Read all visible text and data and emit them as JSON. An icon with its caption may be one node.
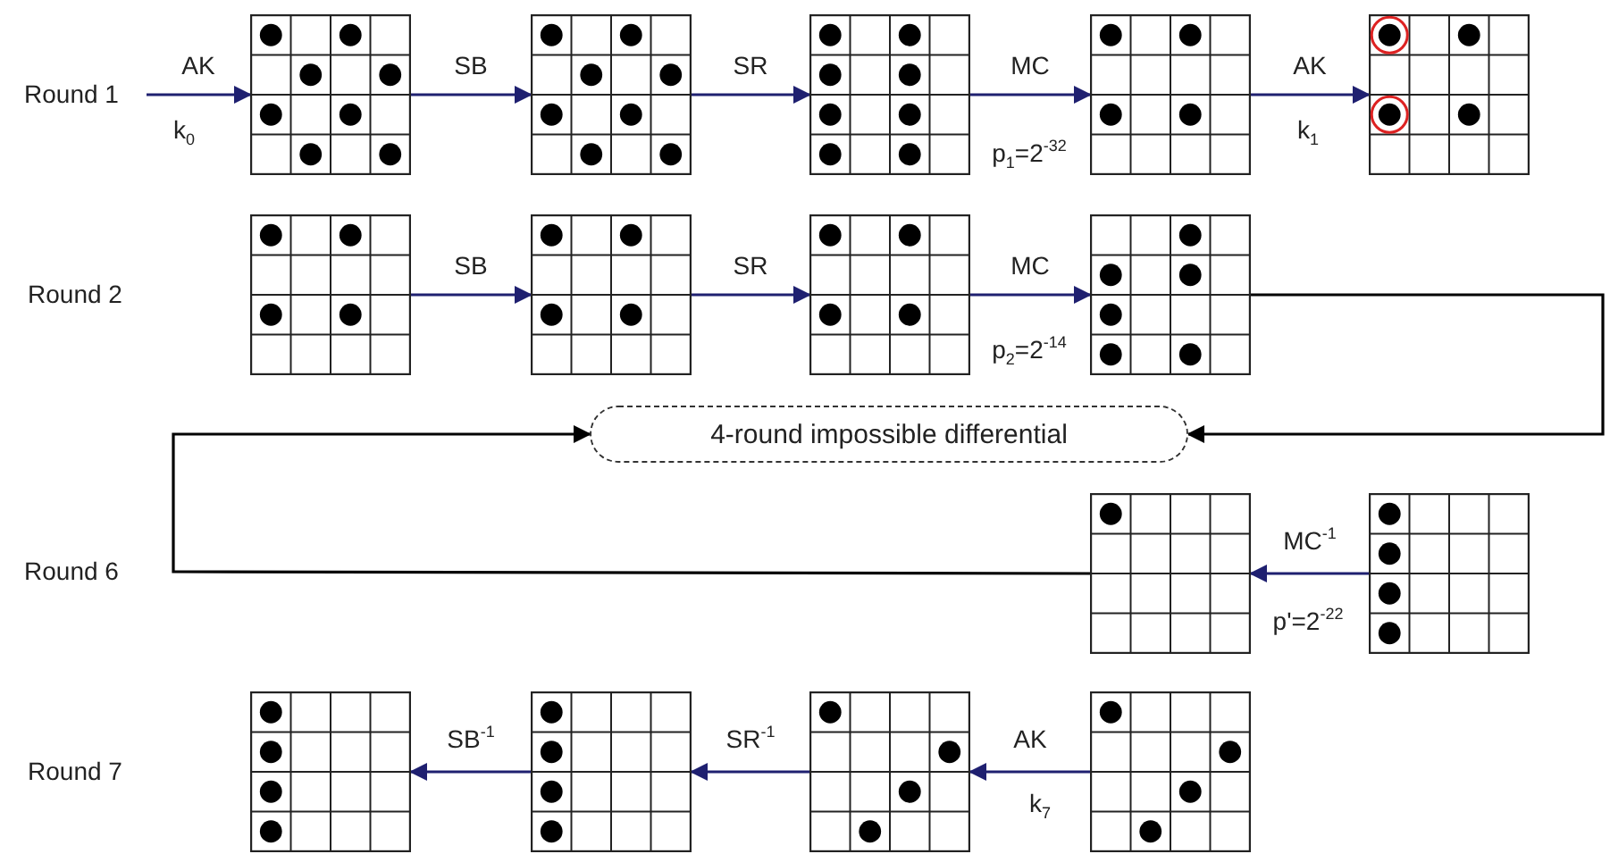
{
  "diagram": {
    "nodes": [
      {
        "text": [],
        "shape": "grid"
      },
      {
        "text": [],
        "shape": "grid"
      },
      {
        "text": [],
        "shape": "grid"
      },
      {
        "text": [],
        "shape": "grid"
      },
      {
        "text": [],
        "shape": "grid"
      },
      {
        "text": [],
        "shape": "grid"
      },
      {
        "text": [],
        "shape": "grid"
      },
      {
        "text": [],
        "shape": "grid"
      },
      {
        "text": [],
        "shape": "grid"
      },
      {
        "text": [
          "4-round impossible differential"
        ]
      },
      {
        "text": [],
        "shape": "grid"
      },
      {
        "text": [],
        "shape": "grid"
      },
      {
        "text": [],
        "shape": "grid"
      },
      {
        "text": [],
        "shape": "grid"
      },
      {
        "text": [],
        "shape": "grid"
      },
      {
        "text": [],
        "shape": "grid"
      }
    ],
    "edges": [
      {
        "from": null,
        "to": 0,
        "arrow": "to",
        "label": "AK"
      },
      {
        "from": 0,
        "to": 1,
        "arrow": "to",
        "label": "SB"
      },
      {
        "from": 1,
        "to": 2,
        "arrow": "to",
        "label": "SR"
      },
      {
        "from": 2,
        "to": 3,
        "arrow": "to",
        "label": "MC"
      },
      {
        "from": 3,
        "to": 4,
        "arrow": "to",
        "label": "AK"
      },
      {
        "from": 5,
        "to": 6,
        "arrow": "to",
        "label": "SB"
      },
      {
        "from": 6,
        "to": 7,
        "arrow": "to",
        "label": "SR"
      },
      {
        "from": 7,
        "to": 8,
        "arrow": "to",
        "label": "MC"
      },
      {
        "from": 8,
        "to": 9,
        "arrow": "to",
        "color": "#000000"
      },
      {
        "from": 10,
        "to": 9,
        "arrow": "to",
        "color": "#000000"
      },
      {
        "from": 11,
        "to": 10,
        "arrow": "to",
        "label": "MC$^{-1}$"
      },
      {
        "from": 15,
        "to": 14,
        "arrow": "to",
        "label": "AK"
      },
      {
        "from": 14,
        "to": 13,
        "arrow": "to",
        "label": "SR$^{-1}$"
      },
      {
        "from": 13,
        "to": 12,
        "arrow": "to",
        "label": "SB$^{-1}$"
      }
    ],
    "labels": [
      "Round 1",
      "k$_{0}$",
      "p$_{1}$=2$^{-32}$",
      "k$_{1}$",
      "Round 2",
      "p$_{2}$=2$^{-14}$",
      "Round 6",
      "p'=2$^{-22}$",
      "Round 7",
      "k$_{7}$"
    ]
  }
}
